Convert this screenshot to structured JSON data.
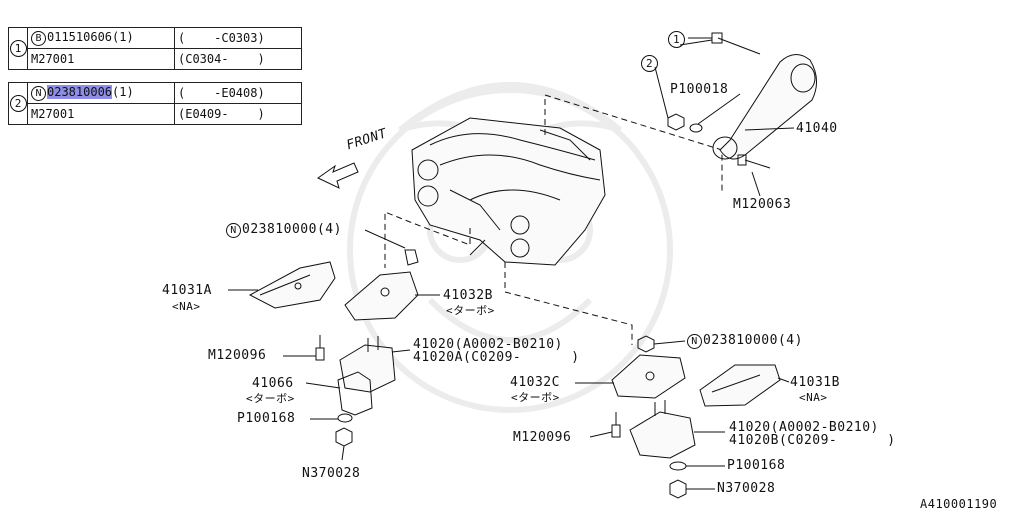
{
  "table": {
    "rows": [
      {
        "idx": "1",
        "code_letter": "B",
        "code": "011510606",
        "qty": "(1)",
        "range1": "(    -C0303)",
        "alt_code": "M27001",
        "range2": "(C0304-    )"
      },
      {
        "idx": "2",
        "code_letter": "N",
        "code": "023810006",
        "qty": "(1)",
        "range1": "(    -E0408)",
        "alt_code": "M27001",
        "range2": "(E0409-    )"
      }
    ]
  },
  "labels": {
    "callout1": "1",
    "callout2": "2",
    "p100018": "P100018",
    "p41040": "41040",
    "m120063": "M120063",
    "front": "FRONT",
    "n_prefix": "N",
    "nut_top": "023810000(4)",
    "nut_bottom": "023810000(4)",
    "p41031a": "41031A",
    "p41031a_sub": "<NA>",
    "p41032b": "41032B",
    "p41032b_sub": "<ターボ>",
    "m120096_left": "M120096",
    "p41020_left_1": "41020(A0002-B0210)",
    "p41020_left_2": "41020A(C0209-      )",
    "p41066": "41066",
    "p41066_sub": "<ターボ>",
    "p100168_left": "P100168",
    "n370028_left": "N370028",
    "p41032c": "41032C",
    "p41032c_sub": "<ターボ>",
    "p41031b": "41031B",
    "p41031b_sub": "<NA>",
    "m120096_right": "M120096",
    "p41020_right_1": "41020(A0002-B0210)",
    "p41020_right_2": "41020B(C0209-      )",
    "p100168_right": "P100168",
    "n370028_right": "N370028",
    "diagram_id": "A410001190"
  }
}
